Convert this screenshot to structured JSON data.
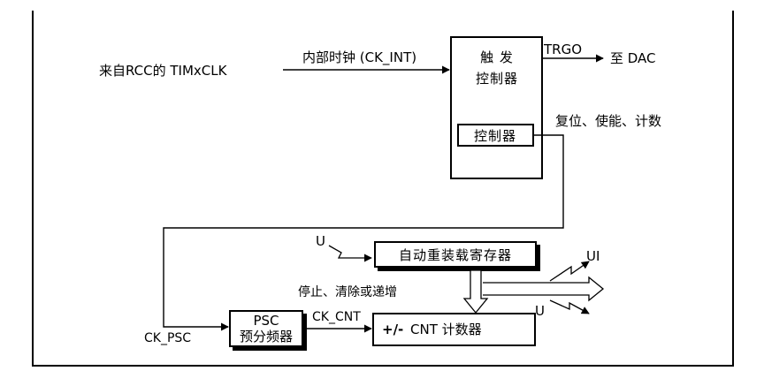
{
  "labels": {
    "input_source": "来自RCC的 TIMxCLK",
    "internal_clock": "内部时钟 (CK_INT)",
    "trgo": "TRGO",
    "to_dac": "至 DAC",
    "reset_enable_count": "复位、使能、计数",
    "u_left": "U",
    "stop_clear": "停止、清除或递增",
    "ck_cnt": "CK_CNT",
    "ck_psc": "CK_PSC",
    "ui": "UI",
    "u_right": "U"
  },
  "blocks": {
    "trigger_line1": "触 发",
    "trigger_line2": "控制器",
    "controller": "控制器",
    "auto_reload": "自动重装载寄存器",
    "psc_line1": "PSC",
    "psc_line2": "预分频器",
    "cnt_sign": "+/-",
    "cnt_text": "CNT 计数器"
  }
}
